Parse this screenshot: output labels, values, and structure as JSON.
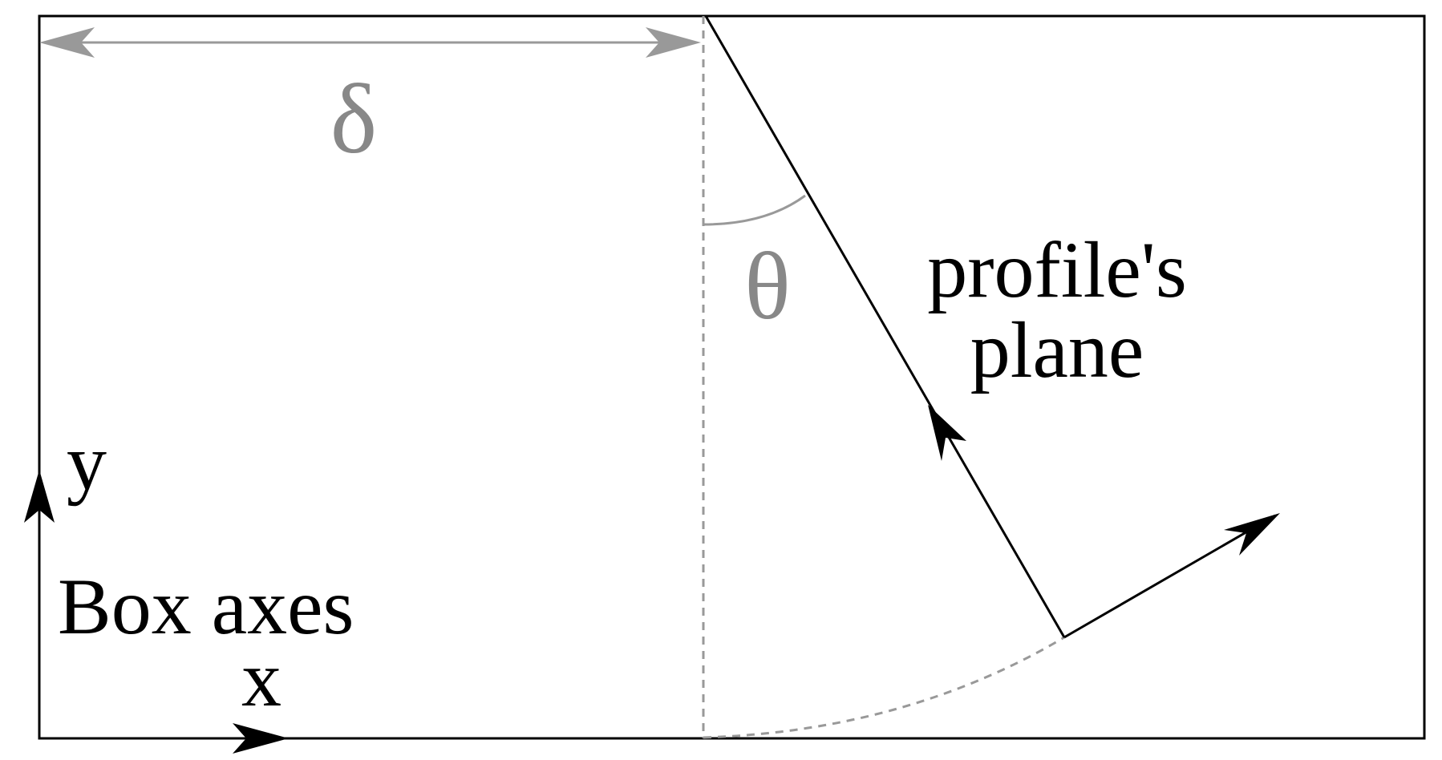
{
  "labels": {
    "delta": "δ",
    "theta": "θ",
    "profile_plane_line1": "profile's",
    "profile_plane_line2": "plane",
    "y_axis": "y",
    "box_axes": "Box axes",
    "x_axis": "x"
  },
  "colors": {
    "line": "#000000",
    "annotation": "#999999",
    "annotation_text": "#888888",
    "background": "#ffffff"
  }
}
